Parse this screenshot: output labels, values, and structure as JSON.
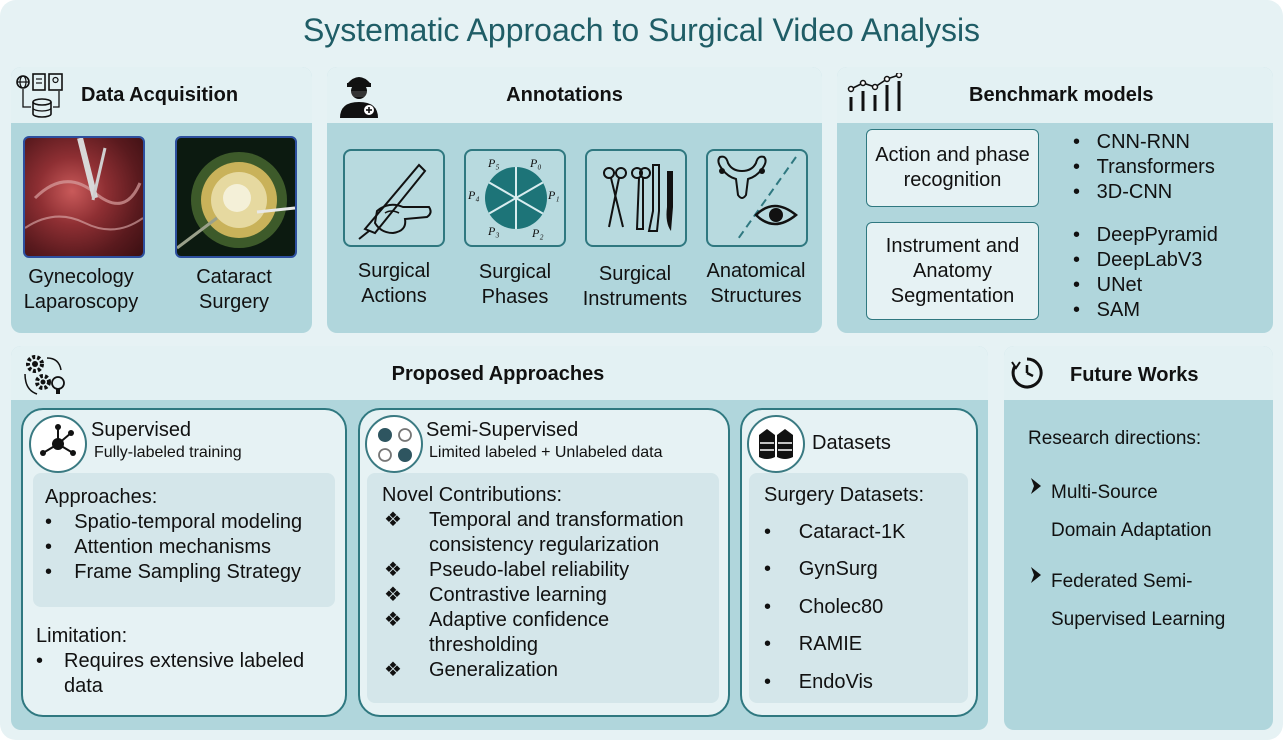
{
  "title": "Systematic Approach to Surgical Video Analysis",
  "data_acquisition": {
    "heading": "Data Acquisition",
    "items": [
      {
        "line1": "Gynecology",
        "line2": "Laparoscopy"
      },
      {
        "line1": "Cataract",
        "line2": "Surgery"
      }
    ]
  },
  "annotations": {
    "heading": "Annotations",
    "items": [
      {
        "line1": "Surgical",
        "line2": "Actions"
      },
      {
        "line1": "Surgical",
        "line2": "Phases"
      },
      {
        "line1": "Surgical",
        "line2": "Instruments"
      },
      {
        "line1": "Anatomical",
        "line2": "Structures"
      }
    ],
    "phase_labels": [
      "P0",
      "P1",
      "P2",
      "P3",
      "P4",
      "P5"
    ]
  },
  "benchmark": {
    "heading": "Benchmark models",
    "groups": [
      {
        "label_line1": "Action and phase",
        "label_line2": "recognition",
        "label_line3": "",
        "models": [
          "CNN-RNN",
          "Transformers",
          "3D-CNN"
        ]
      },
      {
        "label_line1": "Instrument and",
        "label_line2": "Anatomy",
        "label_line3": "Segmentation",
        "models": [
          "DeepPyramid",
          "DeepLabV3",
          "UNet",
          "SAM"
        ]
      }
    ]
  },
  "proposed": {
    "heading": "Proposed Approaches",
    "supervised": {
      "title": "Supervised",
      "subtitle": "Fully-labeled training",
      "approaches_label": "Approaches:",
      "approaches": [
        "Spatio-temporal modeling",
        "Attention mechanisms",
        "Frame Sampling Strategy"
      ],
      "limitation_label": "Limitation:",
      "limitation_line1": "Requires extensive labeled",
      "limitation_line2": "data"
    },
    "semi": {
      "title": "Semi-Supervised",
      "subtitle": "Limited labeled + Unlabeled data",
      "contrib_label": "Novel Contributions:",
      "contributions": [
        {
          "line1": "Temporal and transformation",
          "line2": "consistency regularization"
        },
        {
          "line1": "Pseudo-label reliability",
          "line2": ""
        },
        {
          "line1": "Contrastive learning",
          "line2": ""
        },
        {
          "line1": "Adaptive confidence",
          "line2": "thresholding"
        },
        {
          "line1": "Generalization",
          "line2": ""
        }
      ]
    },
    "datasets": {
      "title": "Datasets",
      "label": "Surgery Datasets:",
      "items": [
        "Cataract-1K",
        "GynSurg",
        "Cholec80",
        "RAMIE",
        "EndoVis"
      ]
    }
  },
  "future": {
    "heading": "Future Works",
    "intro": "Research directions:",
    "items": [
      {
        "line1": "Multi-Source",
        "line2": "Domain Adaptation"
      },
      {
        "line1": "Federated Semi-",
        "line2": "Supervised Learning"
      }
    ]
  },
  "colors": {
    "title": "#1f5d66",
    "panel": "#b0d6dc",
    "panel_header": "#e3f1f3",
    "border": "#2f7880",
    "pie": "#1d7478"
  }
}
